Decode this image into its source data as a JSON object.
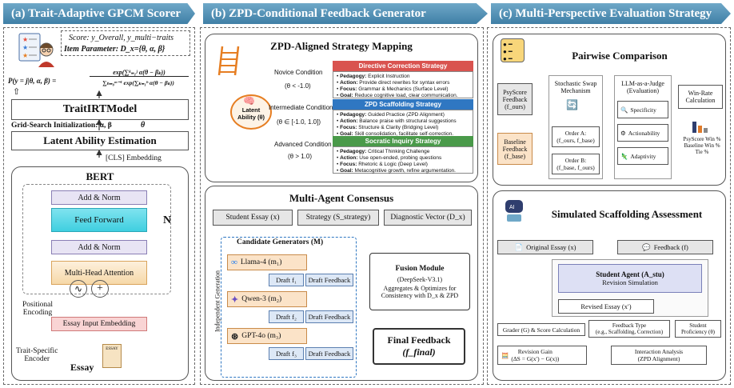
{
  "panel_a": {
    "banner": "(a) Trait-Adaptive GPCM Scorer",
    "score_line": "Score: y_Overall, y_multi−traits",
    "item_param_line": "Item Parameter: D_x={θ, α, β}",
    "formula_lhs": "P(y = j|θ, α, β) =",
    "formula_num": "exp(∑ᵏ₌₁ʲ α(θ − βₖ))",
    "formula_den": "∑ₕ₌₀ᵐ⁻¹ exp(∑ₖ₌₁ʰ α(θ − βₖ))",
    "trait_irt": "TraitIRTModel",
    "grid_search": "Grid-Search Initialization: α, β",
    "theta": "θ",
    "latent_ability": "Latent Ability Estimation",
    "cls": "[CLS] Embedding",
    "bert": "BERT",
    "add_norm_1": "Add & Norm",
    "feed_forward": "Feed Forward",
    "add_norm_2": "Add & Norm",
    "mha": "Multi-Head Attention",
    "n_label": "N",
    "positional": "Positional\nEncoding",
    "essay_input": "Essay Input Embedding",
    "trait_encoder": "Trait-Specific\nEncoder",
    "essay": "Essay",
    "essay_icon_text": "ESSAY"
  },
  "panel_b": {
    "banner": "(b) ZPD-Conditional Feedback Generator",
    "zpd_title": "ZPD-Aligned Strategy Mapping",
    "latent_ability": "Latent\nAbility (θ)",
    "novice": "Novice Condition",
    "novice_cond": "(θ < -1.0)",
    "intermediate": "Intermediate Condition",
    "intermediate_cond": "(θ ∈ [-1.0, 1.0])",
    "advanced": "Advanced Condition",
    "advanced_cond": "(θ > 1.0)",
    "strategies": [
      {
        "title": "Directive Correction Strategy",
        "color": "#d9534f",
        "lines": [
          [
            "Pedagogy:",
            " Explicit Instruction"
          ],
          [
            "Action:",
            " Provide direct rewrites for syntax errors"
          ],
          [
            "Focus:",
            " Grammar & Mechanics (Surface Level)"
          ],
          [
            "Goal:",
            " Reduce cognitive load, clear communication."
          ]
        ]
      },
      {
        "title": "ZPD Scaffolding Strategy",
        "color": "#2f77c2",
        "lines": [
          [
            "Pedagogy:",
            " Guided Practice (ZPD Alignment)"
          ],
          [
            "Action:",
            " Balance praise with structural suggestions"
          ],
          [
            "Focus:",
            " Structure & Clarity (Bridging Level)"
          ],
          [
            "Goal:",
            " Skill consolidation, facilitate self-correction."
          ]
        ]
      },
      {
        "title": "Socratic Inquiry Strategy",
        "color": "#4a9a4a",
        "lines": [
          [
            "Pedagogy:",
            " Critical Thinking Challenge"
          ],
          [
            "Action:",
            " Use open-ended, probing questions"
          ],
          [
            "Focus:",
            " Rhetoric & Logic (Deep Level)"
          ],
          [
            "Goal:",
            " Metacognitive growth, refine argumentation."
          ]
        ]
      }
    ],
    "consensus_title": "Multi-Agent Consensus",
    "student_essay": "Student Essay (x)",
    "strategy": "Strategy (S_strategy)",
    "diagnostic": "Diagnostic Vector (D_x)",
    "candidate_generators": "Candidate Generators (M)",
    "independent_generation": "Independent Generation",
    "models": [
      {
        "name": "Llama-4 (m₁)",
        "draft": "Draft f₁",
        "feedback": "Draft Feedback"
      },
      {
        "name": "Qwen-3 (m₂)",
        "draft": "Draft f₂",
        "feedback": "Draft Feedback"
      },
      {
        "name": "GPT-4o (m₃)",
        "draft": "Draft f₃",
        "feedback": "Draft Feedback"
      }
    ],
    "fusion_title": "Fusion Module",
    "fusion_model": "(DeepSeek-V3.1)",
    "fusion_desc": "Aggregates & Optimizes for\nConsistency with D_x & ZPD",
    "final_feedback": "Final Feedback",
    "final_feedback_sym": "(f_final)"
  },
  "panel_c": {
    "banner": "(c) Multi-Perspective Evaluation Strategy",
    "pairwise_title": "Pairwise Comparison",
    "psyscore_feedback": "PsyScore\nFeedback\n(f_ours)",
    "baseline_feedback": "Baseline\nFeedback\n(f_base)",
    "swap": "Stochastic Swap\nMechanism",
    "order_a": "Order A:\n(f_ours, f_base)",
    "order_b": "Order B:\n(f_base, f_ours)",
    "judge": "LLM-as-a-Judge\n(Evaluation)",
    "criteria": [
      "Specificity",
      "Actionability",
      "Adaptivity"
    ],
    "winrate": "Win-Rate\nCalculation",
    "winrate_legend": "PsyScore Win %\nBaseline Win %\nTie %",
    "sim_title": "Simulated Scaffolding Assessment",
    "original_essay": "Original Essay (x)",
    "feedback": "Feedback (f)",
    "student_agent": "Student Agent (A_stu)",
    "revision_sim": "Revision Simulation",
    "revised_essay": "Revised Essay (x′)",
    "grader": "Grader (G) & Score Calculation",
    "feedback_type": "Feedback Type\n(e.g., Scaffolding, Correction)",
    "student_prof": "Student\nProficiency (θ)",
    "revision_gain": "Revision Gain\n(ΔS = G(x′) − G(x))",
    "interaction": "Interaction Analysis\n(ZPD Alignment)"
  }
}
